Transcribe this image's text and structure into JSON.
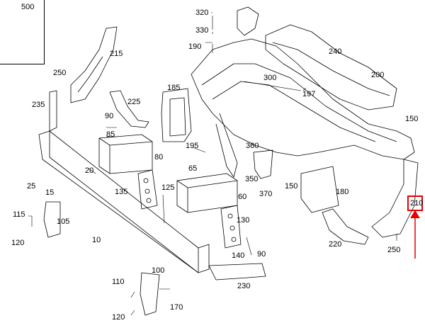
{
  "inset": {
    "label": "500"
  },
  "labels": [
    {
      "key": "320",
      "text": "320"
    },
    {
      "key": "330",
      "text": "330"
    },
    {
      "key": "190",
      "text": "190"
    },
    {
      "key": "240",
      "text": "240"
    },
    {
      "key": "215",
      "text": "215"
    },
    {
      "key": "250a",
      "text": "250"
    },
    {
      "key": "300",
      "text": "300"
    },
    {
      "key": "197",
      "text": "197"
    },
    {
      "key": "200",
      "text": "200"
    },
    {
      "key": "235",
      "text": "235"
    },
    {
      "key": "225",
      "text": "225"
    },
    {
      "key": "185",
      "text": "185"
    },
    {
      "key": "90a",
      "text": "90"
    },
    {
      "key": "85",
      "text": "85"
    },
    {
      "key": "150a",
      "text": "150"
    },
    {
      "key": "80",
      "text": "80"
    },
    {
      "key": "195",
      "text": "195"
    },
    {
      "key": "360",
      "text": "360"
    },
    {
      "key": "20",
      "text": "20"
    },
    {
      "key": "65",
      "text": "65"
    },
    {
      "key": "25",
      "text": "25"
    },
    {
      "key": "15",
      "text": "15"
    },
    {
      "key": "135",
      "text": "135"
    },
    {
      "key": "125",
      "text": "125"
    },
    {
      "key": "350",
      "text": "350"
    },
    {
      "key": "370",
      "text": "370"
    },
    {
      "key": "150b",
      "text": "150"
    },
    {
      "key": "180",
      "text": "180"
    },
    {
      "key": "60",
      "text": "60"
    },
    {
      "key": "115",
      "text": "115"
    },
    {
      "key": "105",
      "text": "105"
    },
    {
      "key": "130",
      "text": "130"
    },
    {
      "key": "120a",
      "text": "120"
    },
    {
      "key": "10",
      "text": "10"
    },
    {
      "key": "140",
      "text": "140"
    },
    {
      "key": "90b",
      "text": "90"
    },
    {
      "key": "220",
      "text": "220"
    },
    {
      "key": "250b",
      "text": "250"
    },
    {
      "key": "100",
      "text": "100"
    },
    {
      "key": "110",
      "text": "110"
    },
    {
      "key": "170",
      "text": "170"
    },
    {
      "key": "230",
      "text": "230"
    },
    {
      "key": "120b",
      "text": "120"
    }
  ],
  "highlight": {
    "label": "210",
    "color": "#e60000"
  }
}
